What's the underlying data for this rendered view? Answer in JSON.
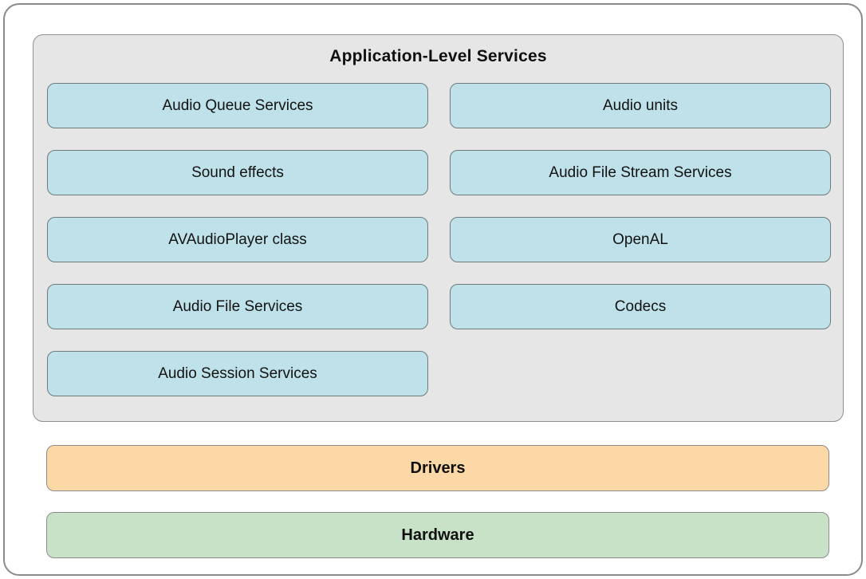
{
  "layers": {
    "application": {
      "title": "Application-Level Services",
      "services": [
        {
          "label": "Audio Queue Services"
        },
        {
          "label": "Audio units"
        },
        {
          "label": "Sound effects"
        },
        {
          "label": "Audio File Stream Services"
        },
        {
          "label": "AVAudioPlayer class"
        },
        {
          "label": "OpenAL"
        },
        {
          "label": "Audio File Services"
        },
        {
          "label": "Codecs"
        },
        {
          "label": "Audio Session Services"
        }
      ]
    },
    "drivers": {
      "title": "Drivers"
    },
    "hardware": {
      "title": "Hardware"
    }
  },
  "colors": {
    "service_box_fill": "#bfe2ea",
    "application_layer_fill": "#e6e6e6",
    "drivers_fill": "#fbd8a6",
    "hardware_fill": "#c8e2c7",
    "box_border": "#6f7a7d",
    "frame_border": "#8a8a8a",
    "text": "#101010"
  }
}
